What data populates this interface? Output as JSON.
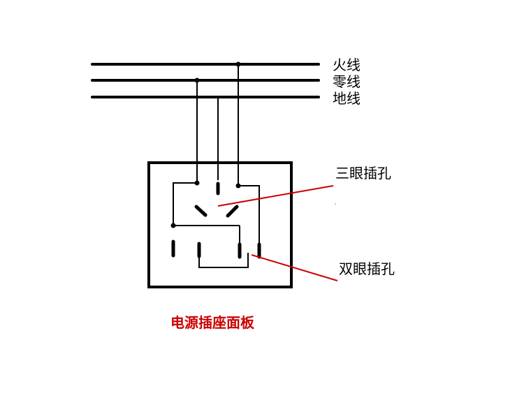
{
  "lines": {
    "live_label": "火线",
    "neutral_label": "零线",
    "ground_label": "地线"
  },
  "panel": {
    "three_hole_label": "三眼插孔",
    "two_hole_label": "双眼插孔",
    "caption": "电源插座面板"
  },
  "colors": {
    "wire": "#000000",
    "pointer": "#cc0000",
    "caption": "#cc0000"
  }
}
